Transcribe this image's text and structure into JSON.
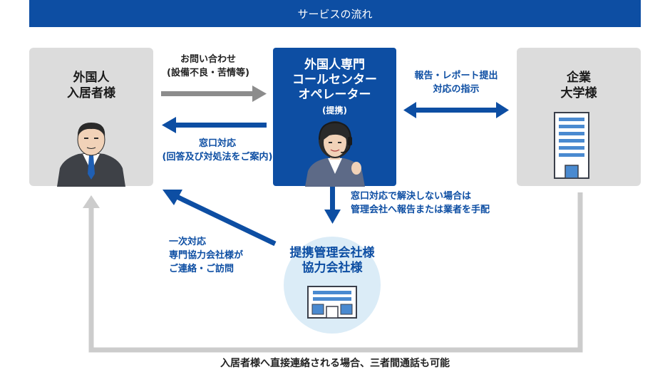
{
  "header": {
    "title": "サービスの流れ"
  },
  "resident": {
    "lines": [
      "外国人",
      "入居者様"
    ]
  },
  "callcenter": {
    "lines": [
      "外国人専門",
      "コールセンター",
      "オペレーター"
    ],
    "sub": "(提携)"
  },
  "company": {
    "lines": [
      "企業",
      "大学様"
    ]
  },
  "partner": {
    "lines": [
      "提携管理会社様",
      "協力会社様"
    ]
  },
  "labels": {
    "inquiry": [
      "お問い合わせ",
      "(設備不良・苦情等)"
    ],
    "reply": [
      "窓口対応",
      "(回答及び対処法をご案内)"
    ],
    "report": [
      "報告・レポート提出",
      "対応の指示"
    ],
    "escalate": [
      "窓口対応で解決しない場合は",
      "管理会社へ報告または業者を手配"
    ],
    "first": [
      "一次対応",
      "専門協力会社様が",
      "ご連絡・ご訪問"
    ],
    "bottom": "入居者様へ直接連絡される場合、三者間通話も可能"
  },
  "colors": {
    "brand": "#0d4ea3",
    "gray_box": "#dcdcdc",
    "arrow_gray": "#8c8c8c",
    "line_gray": "#cccccc",
    "circle": "#dbecf7"
  }
}
